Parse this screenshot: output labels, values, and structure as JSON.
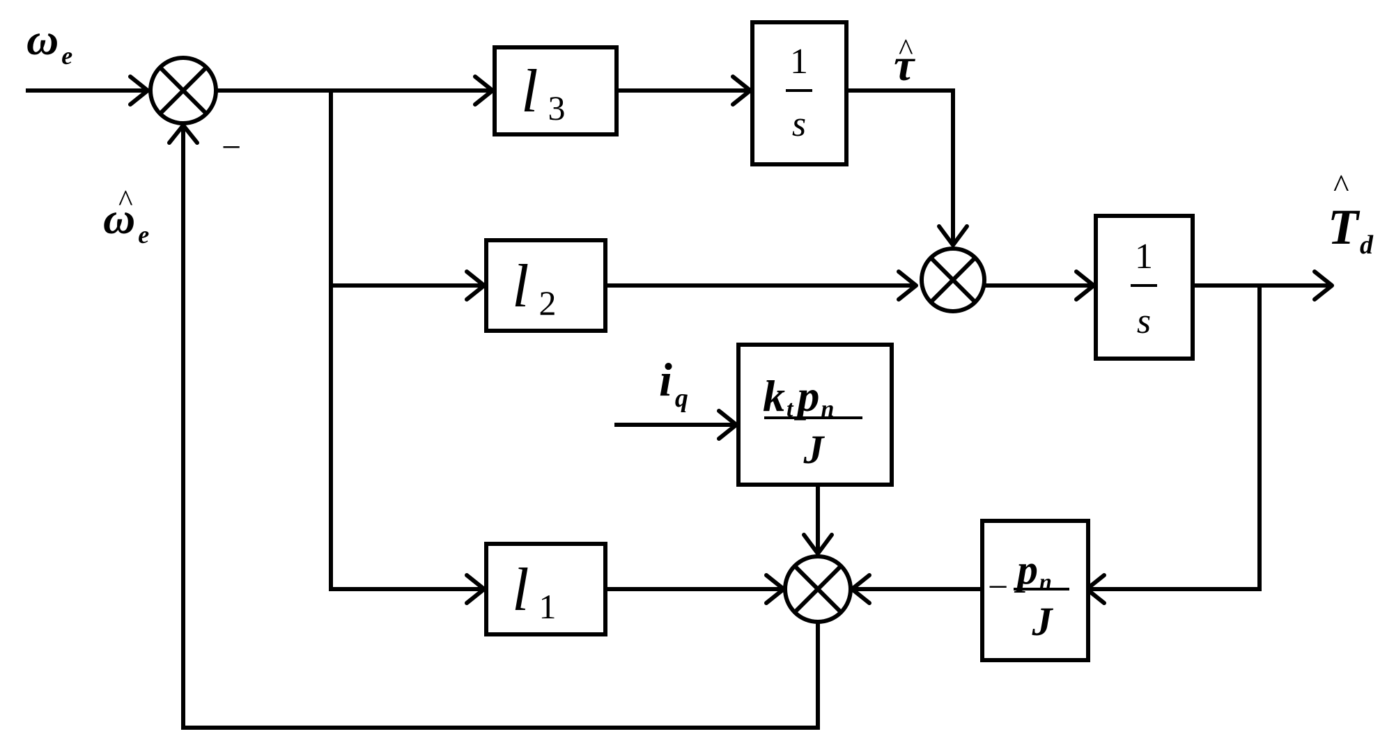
{
  "signals": {
    "omega_e": {
      "symbol": "ω",
      "sub": "e"
    },
    "omega_e_hat": {
      "symbol": "ω",
      "sub": "e",
      "hat": "^"
    },
    "minus_sign": "−",
    "tau_hat": {
      "symbol": "τ",
      "hat": "^"
    },
    "i_q": {
      "symbol": "i",
      "sub": "q"
    },
    "T_d_hat": {
      "symbol": "T",
      "sub": "d",
      "hat": "^"
    }
  },
  "blocks": {
    "l3": {
      "symbol": "l",
      "sub": "3"
    },
    "l2": {
      "symbol": "l",
      "sub": "2"
    },
    "l1": {
      "symbol": "l",
      "sub": "1"
    },
    "int_tau": {
      "num": "1",
      "den": "s"
    },
    "int_td": {
      "num": "1",
      "den": "s"
    },
    "gain_iq": {
      "k": "k",
      "k_sub": "t",
      "p": "p",
      "p_sub": "n",
      "den": "J"
    },
    "gain_fb": {
      "sign": "−",
      "num": "p",
      "num_sub": "n",
      "den": "J"
    }
  },
  "colors": {
    "stroke": "#000000",
    "background": "#ffffff"
  }
}
